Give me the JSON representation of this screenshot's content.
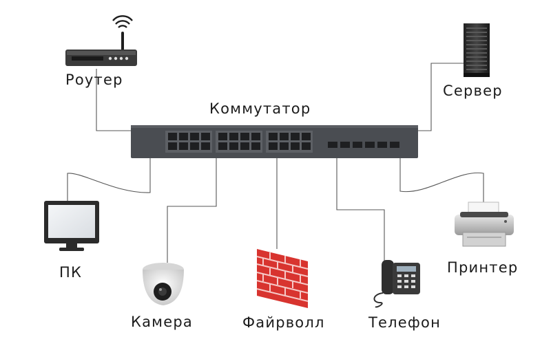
{
  "title": "Коммутатор",
  "devices": {
    "router": "Роутер",
    "server": "Сервер",
    "pc": "ПК",
    "camera": "Камера",
    "firewall": "Файрволл",
    "phone": "Телефон",
    "printer": "Принтер"
  },
  "colors": {
    "switch_body": "#4a4d52",
    "port": "#1e1f21",
    "cable": "#555555",
    "firewall_brick": "#d8342f",
    "icon_dark": "#333333"
  }
}
